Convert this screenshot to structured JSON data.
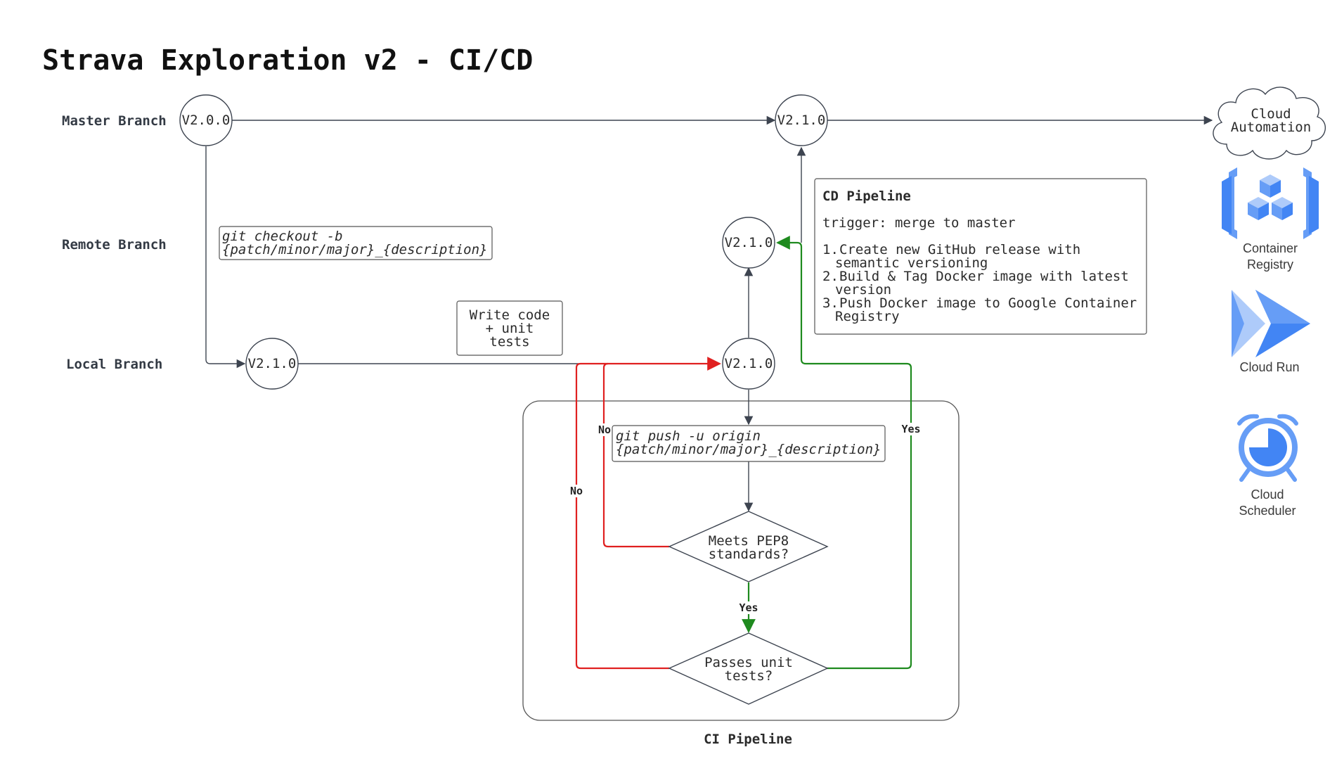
{
  "title": "Strava Exploration v2 - CI/CD",
  "branches": {
    "master": "Master Branch",
    "remote": "Remote Branch",
    "local": "Local Branch"
  },
  "nodes": {
    "master_v200": "V2.0.0",
    "master_v210": "V2.1.0",
    "remote_v210": "V2.1.0",
    "local_v210_left": "V2.1.0",
    "local_v210_right": "V2.1.0"
  },
  "boxes": {
    "git_checkout_line1": "git checkout -b",
    "git_checkout_line2": "{patch/minor/major}_{description}",
    "write_code_line1": "Write code",
    "write_code_line2": "+ unit",
    "write_code_line3": "tests",
    "git_push_line1": "git push -u origin",
    "git_push_line2": "{patch/minor/major}_{description}"
  },
  "decisions": {
    "pep8_line1": "Meets PEP8",
    "pep8_line2": "standards?",
    "unit_line1": "Passes unit",
    "unit_line2": "tests?"
  },
  "edge_labels": {
    "pep8_no": "No",
    "unit_no": "No",
    "pep8_yes": "Yes",
    "unit_yes": "Yes"
  },
  "ci_pipeline_label": "CI Pipeline",
  "cd_pipeline": {
    "title": "CD Pipeline",
    "trigger": "trigger: merge to master",
    "step1_num": "1.",
    "step1_line1": "Create new GitHub release with",
    "step1_line2": "semantic versioning",
    "step2_num": "2.",
    "step2_line1": "Build & Tag Docker image with latest",
    "step2_line2": "version",
    "step3_num": "3.",
    "step3_line1": "Push Docker image to Google Container",
    "step3_line2": "Registry"
  },
  "cloud": {
    "line1": "Cloud",
    "line2": "Automation"
  },
  "services": {
    "container_registry_line1": "Container",
    "container_registry_line2": "Registry",
    "cloud_run": "Cloud Run",
    "cloud_scheduler_line1": "Cloud",
    "cloud_scheduler_line2": "Scheduler"
  },
  "colors": {
    "red": "#e02020",
    "green": "#1e8a1e",
    "dark": "#3d4450",
    "gcp_blue_light": "#aecbfa",
    "gcp_blue": "#669df6",
    "gcp_blue_dark": "#4285f4"
  },
  "icons": {
    "container_registry": "container-registry-icon",
    "cloud_run": "cloud-run-icon",
    "cloud_scheduler": "cloud-scheduler-icon",
    "cloud": "cloud-icon"
  }
}
